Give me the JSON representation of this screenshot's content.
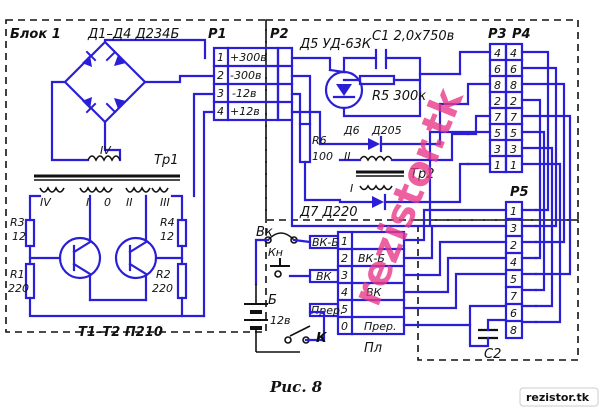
{
  "block_title": "Блок 1",
  "diode_bridge_label": "Д1–Д4 Д234Б",
  "transformer_tr1": "Тр1",
  "winding_iv": "IV",
  "winding_i": "I",
  "winding_ii": "II",
  "winding_iii": "III",
  "winding_o": "0",
  "connector_p1": "P1",
  "connector_p2": "P2",
  "connector_p3": "P3",
  "connector_p4": "P4",
  "connector_p5": "P5",
  "p1_pins": [
    {
      "num": "1",
      "text": "+300в"
    },
    {
      "num": "2",
      "text": "-300в"
    },
    {
      "num": "3",
      "text": "-12в"
    },
    {
      "num": "4",
      "text": "+12в"
    }
  ],
  "r3": "R3",
  "r3_val": "12",
  "r1": "R1",
  "r1_val": "220",
  "r4": "R4",
  "r4_val": "12",
  "r2": "R2",
  "r2_val": "220",
  "transistors": "T1–T2 П210",
  "d5_label": "Д5 УД-63К",
  "c1_label": "C1 2,0x750в",
  "r5_label": "R5 300к",
  "r6": "R6",
  "r6_val": "100",
  "d6_label": "Д6",
  "d6_type": "Д205",
  "winding_ii_tr2": "II",
  "winding_i_tr2": "I",
  "tr2_label": "Тр2",
  "d7_label": "Д7 Д220",
  "p3_pins": [
    "4",
    "6",
    "8",
    "2",
    "7",
    "5",
    "3",
    "1"
  ],
  "p4_pins": [
    "4",
    "6",
    "8",
    "2",
    "7",
    "5",
    "3",
    "1"
  ],
  "p5_pins": [
    "1",
    "3",
    "2",
    "4",
    "5",
    "7",
    "6",
    "8"
  ],
  "vk_label": "Вк",
  "kn_label": "Кн",
  "pl_rows": [
    {
      "left": "ВК-Б",
      "num": "1",
      "right": ""
    },
    {
      "left": "",
      "num": "2",
      "right": "ВК-Б"
    },
    {
      "left": "ВК",
      "num": "3",
      "right": ""
    },
    {
      "left": "",
      "num": "4",
      "right": "ВК"
    },
    {
      "left": "Прер.",
      "num": "5",
      "right": ""
    },
    {
      "left": "",
      "num": "0",
      "right": "Прер."
    }
  ],
  "pl_label": "Пл",
  "battery_label": "Б",
  "battery_val": "12в",
  "k_label": "К",
  "c2_label": "C2",
  "figure_caption": "Рис. 8",
  "watermark": "rezistor.tk",
  "site_badge": "rezistor.tk",
  "colors": {
    "wire": "#2a1fd6",
    "ink": "#111111",
    "watermark": "#e83a8a"
  }
}
